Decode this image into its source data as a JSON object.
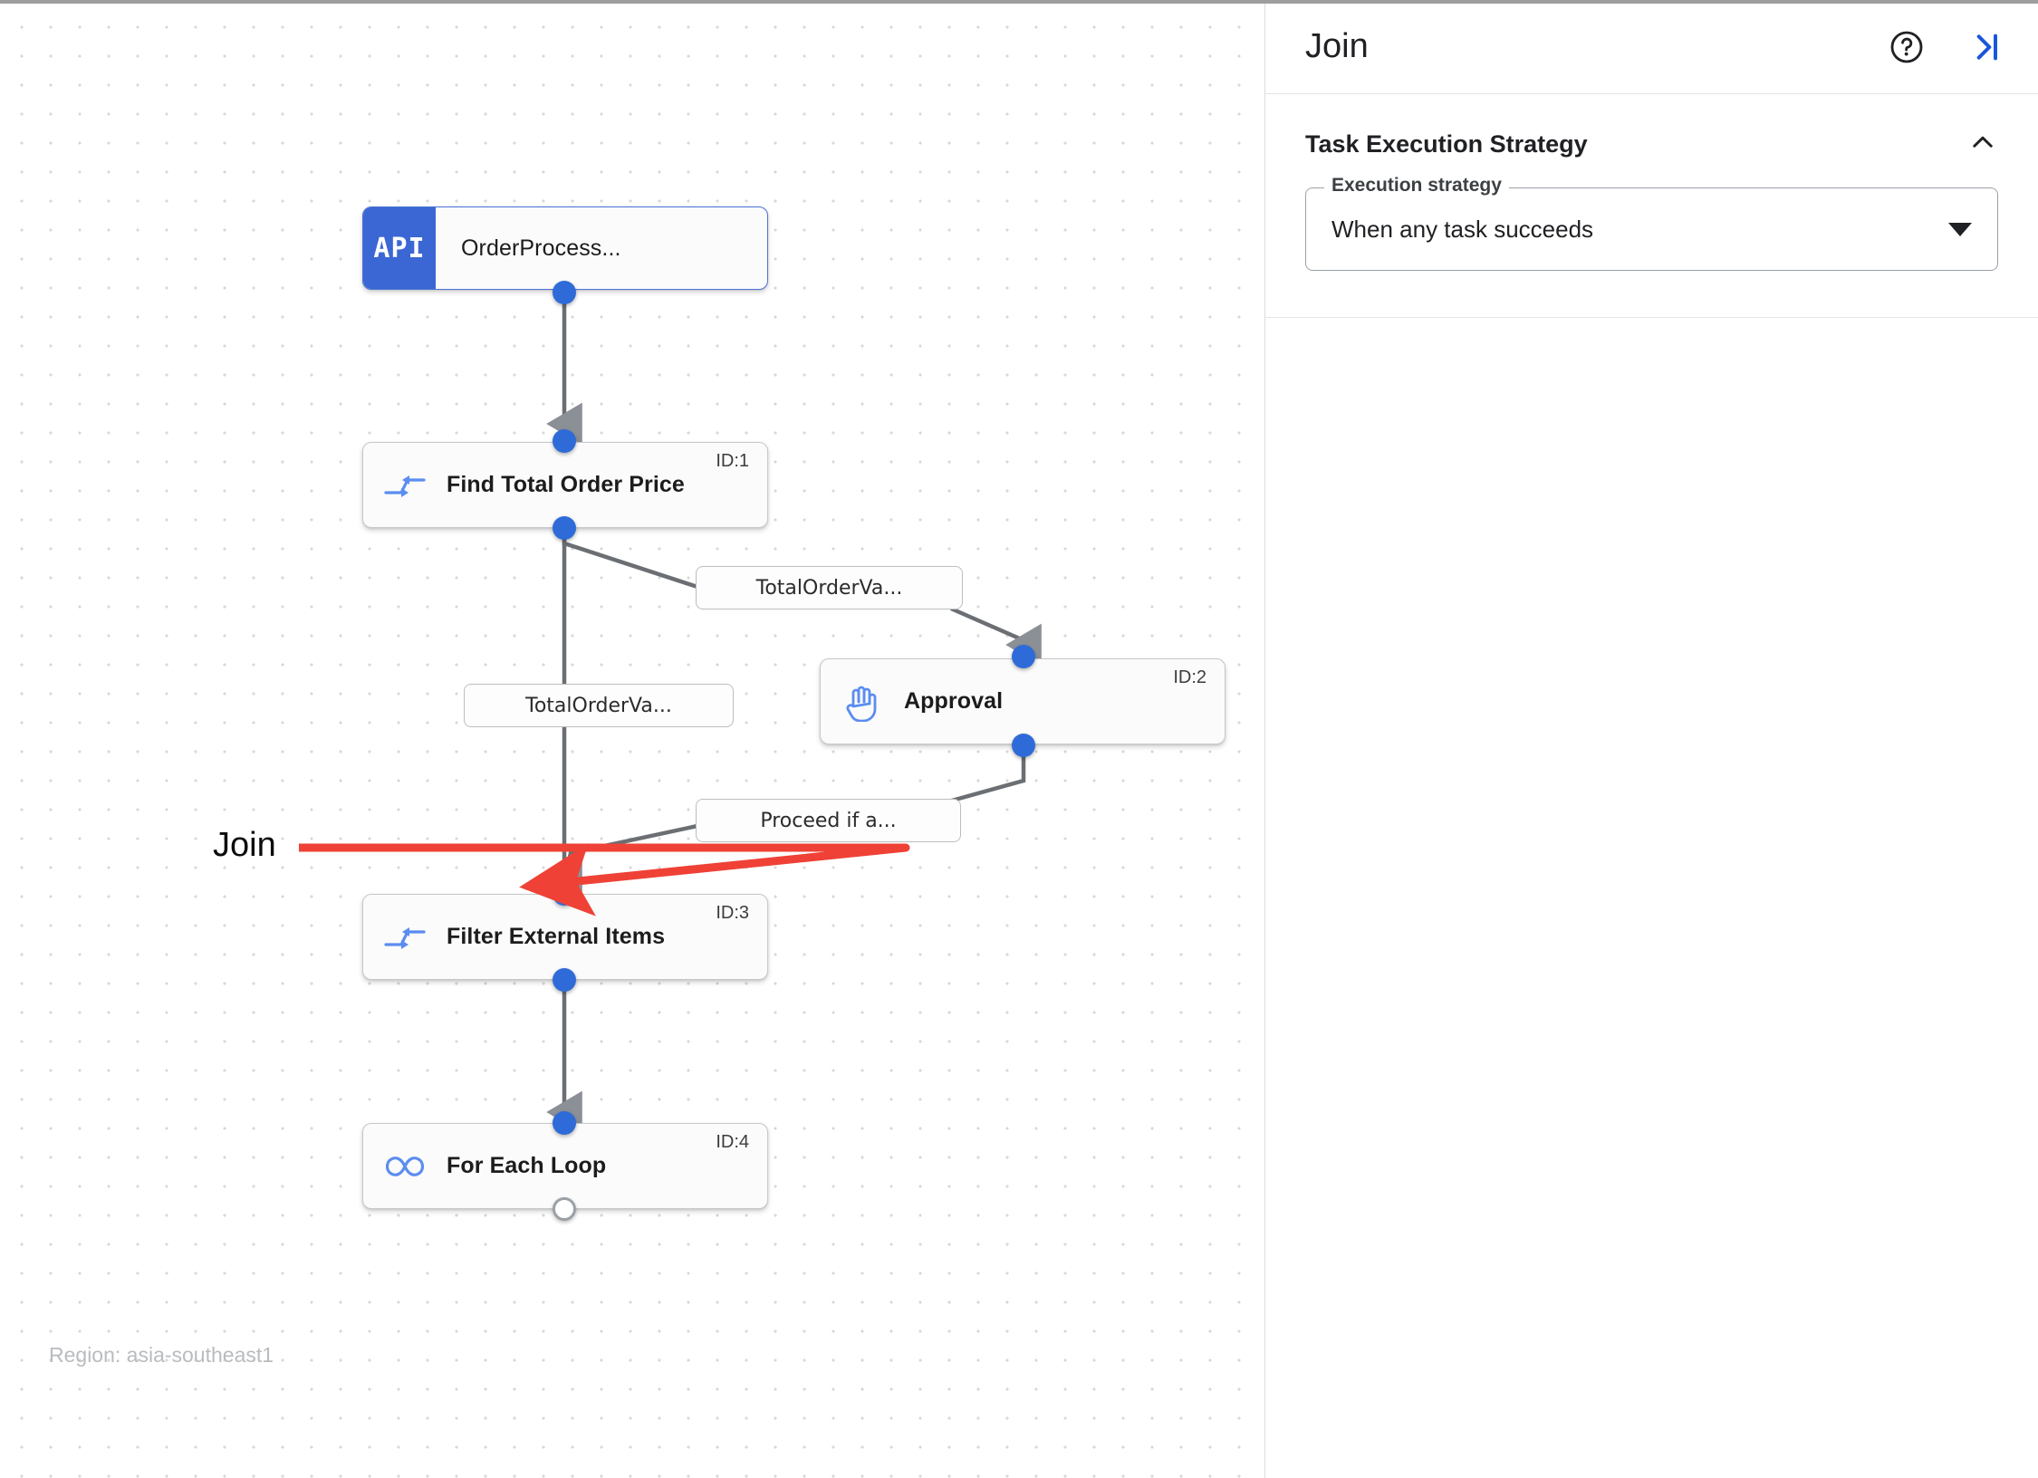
{
  "canvas": {
    "region_label": "Region: asia-southeast1",
    "annotation": {
      "label": "Join",
      "color": "#ef4136"
    },
    "nodes": [
      {
        "id": "api",
        "badge": "API",
        "title": "OrderProcess...",
        "icon": "api-badge-icon",
        "id_label": ""
      },
      {
        "id": "task1",
        "title": "Find Total Order Price",
        "icon": "merge-arrows-icon",
        "id_label": "ID:1"
      },
      {
        "id": "task2",
        "title": "Approval",
        "icon": "hand-raised-icon",
        "id_label": "ID:2"
      },
      {
        "id": "task3",
        "title": "Filter External Items",
        "icon": "merge-arrows-icon",
        "id_label": "ID:3"
      },
      {
        "id": "task4",
        "title": "For Each Loop",
        "icon": "infinity-icon",
        "id_label": "ID:4"
      }
    ],
    "edge_labels": [
      {
        "id": "edge-label-1",
        "text": "TotalOrderVa..."
      },
      {
        "id": "edge-label-2",
        "text": "TotalOrderVa..."
      },
      {
        "id": "edge-label-3",
        "text": "Proceed if a..."
      }
    ],
    "colors": {
      "node_accent": "#3b67d4",
      "port": "#2f6bd8",
      "edge": "#6b6f73",
      "icon": "#5b8df0"
    }
  },
  "panel": {
    "title": "Join",
    "help_icon": "help-circle-icon",
    "collapse_icon": "collapse-panel-right-icon",
    "section": {
      "title": "Task Execution Strategy",
      "collapse_icon": "chevron-up-icon",
      "field": {
        "legend": "Execution strategy",
        "value": "When any task succeeds",
        "dropdown_icon": "caret-down-icon"
      }
    }
  }
}
